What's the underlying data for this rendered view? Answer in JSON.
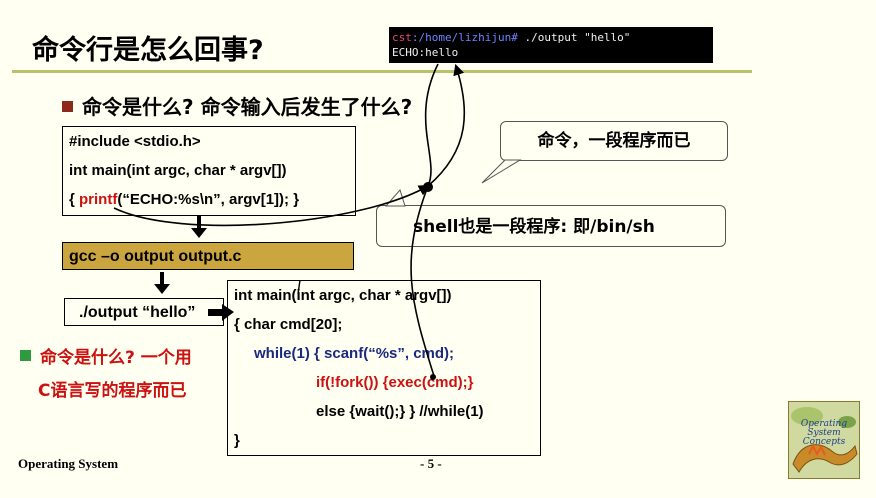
{
  "slide": {
    "title": "命令行是怎么回事?",
    "terminal": {
      "prompt": "cst",
      "path": ":/home/lizhijun#",
      "command": " ./output \"hello\"",
      "output": "ECHO:hello"
    },
    "bullet1": "命令是什么? 命令输入后发生了什么?",
    "code1": {
      "line1": "#include <stdio.h>",
      "line2": "int main(int argc, char * argv[])",
      "line3_open": "{  ",
      "line3_func": "printf",
      "line3_rest": "(“ECHO:%s\\n”, argv[1]); }"
    },
    "gcc_command": "gcc –o output output.c",
    "run_command": "./output “hello”",
    "code2": {
      "line1": "int main(int argc, char * argv[])",
      "line2": "{  char cmd[20];",
      "line3": "while(1)  { scanf(“%s”, cmd);",
      "line4": "if(!fork()) {exec(cmd);}",
      "line5": "else {wait();}  }  //while(1)",
      "line6": "}"
    },
    "callout_program": "命令，一段程序而已",
    "callout_shell": "shell也是一段程序: 即/bin/sh",
    "bullet2": {
      "line1": "命令是什么? 一个用",
      "line2": "C语言写的程序而已"
    },
    "footer": {
      "left": "Operating System",
      "page": "- 5 -"
    },
    "book_cover": {
      "line1": "Operating",
      "line2": "System",
      "line3": "Concepts"
    }
  },
  "colors": {
    "background": "#fffff2",
    "rule": "#b5c46a",
    "gcc_box": "#cba63f",
    "red_text": "#cc1111",
    "blue_text": "#1a2a80",
    "bullet1_square": "#8b2a1a",
    "bullet2_square": "#2e9c3e"
  }
}
